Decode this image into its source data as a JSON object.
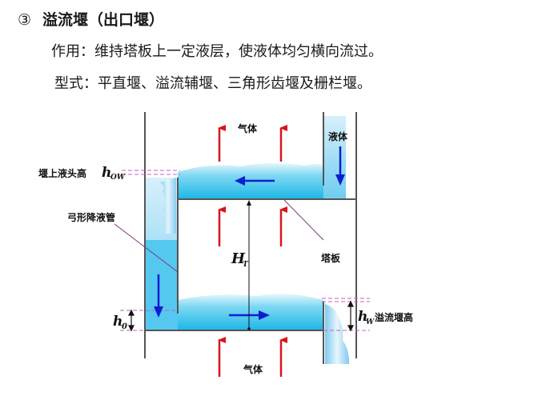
{
  "header": {
    "number": "③",
    "title": "溢流堰（出口堰）",
    "function_line": "作用：维持塔板上一定液层，使液体均匀横向流过。",
    "types_line": "型式：平直堰、溢流辅堰、三角形齿堰及栅栏堰。"
  },
  "diagram": {
    "labels": {
      "gas_top": "气体",
      "gas_bottom": "气体",
      "liquid": "液体",
      "weir_crest_height": "堰上液头高",
      "how_symbol": "h",
      "how_sub": "OW",
      "downcomer": "弓形降液管",
      "tray_spacing_symbol": "H",
      "tray_spacing_sub": "T",
      "tray": "塔板",
      "h0_symbol": "h",
      "h0_sub": "0",
      "hw_symbol": "h",
      "hw_sub": "W",
      "weir_height": "溢流堰高"
    },
    "colors": {
      "gas_arrow": "#d8141b",
      "liquid_arrow": "#0a1fd0",
      "liquid_fill": "#33c4ec",
      "liquid_light": "#bfe6f7",
      "wall": "#555555",
      "dashed": "#c060c0",
      "leader": "#7a3a7a"
    }
  }
}
